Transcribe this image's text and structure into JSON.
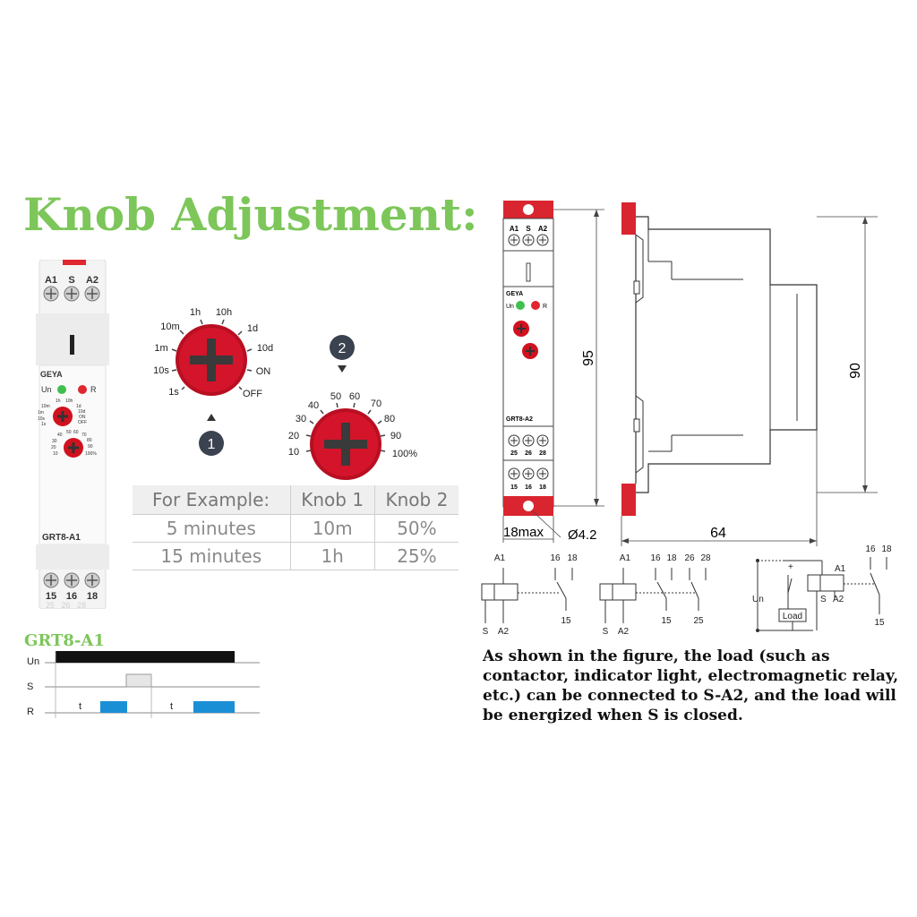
{
  "title": "Knob Adjustment:",
  "device_left": {
    "top_terminals": [
      "A1",
      "S",
      "A2"
    ],
    "brand": "GEYA",
    "led_un": "Un",
    "led_r": "R",
    "model": "GRT8-A1",
    "bottom_terminals": [
      "15",
      "16",
      "18"
    ],
    "bottom_ghost": "25   26   28",
    "knob1_labels": [
      "1h",
      "10h",
      "1d",
      "10d",
      "ON",
      "OFF",
      "1s",
      "10s",
      "1m",
      "10m"
    ],
    "knob2_labels": [
      "40",
      "50",
      "60",
      "70",
      "80",
      "90",
      "100%",
      "10",
      "20",
      "30"
    ]
  },
  "knob1": {
    "labels": [
      "1h",
      "10h",
      "10m",
      "1d",
      "1m",
      "10d",
      "10s",
      "ON",
      "1s",
      "OFF"
    ],
    "marker": "1"
  },
  "knob2": {
    "labels": [
      "50",
      "60",
      "40",
      "70",
      "30",
      "80",
      "20",
      "90",
      "10",
      "100%"
    ],
    "marker": "2"
  },
  "example_table": {
    "header": [
      "For Example:",
      "Knob 1",
      "Knob 2"
    ],
    "rows": [
      [
        "5 minutes",
        "10m",
        "50%"
      ],
      [
        "15 minutes",
        "1h",
        "25%"
      ]
    ]
  },
  "timing": {
    "title": "GRT8-A1",
    "labels": [
      "Un",
      "S",
      "R"
    ],
    "t_label": "t"
  },
  "dimension_drawing": {
    "front": {
      "top_terminals": [
        "A1",
        "S",
        "A2"
      ],
      "brand": "GEYA",
      "led_un": "Un",
      "led_r": "R",
      "model": "GRT8-A2",
      "mid_terminals": [
        "25",
        "26",
        "28"
      ],
      "bottom_terminals": [
        "15",
        "16",
        "18"
      ]
    },
    "dim_height": "95",
    "dim_width": "18max",
    "dim_hole": "Ø4.2",
    "dim_side_height": "90",
    "dim_depth": "64"
  },
  "wiring": {
    "d1": {
      "top": [
        "A1",
        "16",
        "18"
      ],
      "bottom": [
        "S",
        "A2",
        "15"
      ]
    },
    "d2": {
      "top": [
        "A1",
        "16",
        "18",
        "26",
        "28"
      ],
      "bottom": [
        "S",
        "A2",
        "15",
        "25"
      ]
    },
    "d3": {
      "plus": "+",
      "un": "Un",
      "load": "Load",
      "coil_top": "A1",
      "coil_s": "S",
      "coil_a2": "A2",
      "contacts": [
        "16",
        "18"
      ],
      "common": "15"
    }
  },
  "description": "As shown in the figure, the load (such as contactor, indicator light, electromagnetic relay, etc.) can be connected to S-A2, and the load will be energized when S is closed.",
  "colors": {
    "accent": "#7dc65a",
    "knob_red": "#c8102e",
    "device_red": "#d9252f",
    "pulse_blue": "#1a8fd6"
  }
}
